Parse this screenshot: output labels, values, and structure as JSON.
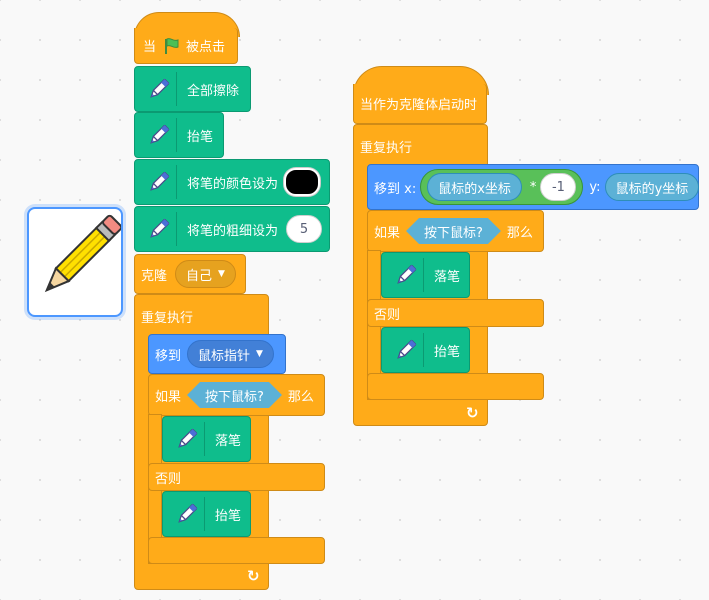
{
  "sprite": {
    "icon": "pencil-sprite-icon"
  },
  "script1": {
    "hat": {
      "when_label": "当",
      "flag_icon": "green-flag-icon",
      "clicked_label": "被点击"
    },
    "clear_label": "全部擦除",
    "pen_up_label": "抬笔",
    "set_color_label": "将笔的颜色设为",
    "pen_color": "#000000",
    "set_size_label": "将笔的粗细设为",
    "size_value": "5",
    "clone_label": "克隆",
    "clone_target": "自己",
    "forever_label": "重复执行",
    "goto_label": "移到",
    "goto_target": "鼠标指针",
    "if_label": "如果",
    "mouse_down_label": "按下鼠标?",
    "then_label": "那么",
    "pen_down_label": "落笔",
    "else_label": "否则",
    "pen_up2_label": "抬笔"
  },
  "script2": {
    "hat_label": "当作为克隆体启动时",
    "forever_label": "重复执行",
    "goto_x_label": "移到 x:",
    "mouse_x_label": "鼠标的x坐标",
    "multiply_op": "*",
    "multiplier": "-1",
    "y_label": "y:",
    "mouse_y_label": "鼠标的y坐标",
    "if_label": "如果",
    "mouse_down_label": "按下鼠标?",
    "then_label": "那么",
    "pen_down_label": "落笔",
    "else_label": "否则",
    "pen_up_label": "抬笔"
  }
}
